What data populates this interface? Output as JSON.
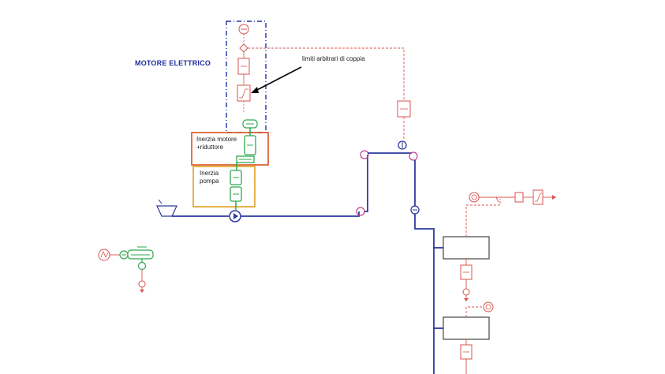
{
  "diagram": {
    "motor_group_label": "MOTORE ELETTRICO",
    "torque_limit_note": "limiti arbitrari di coppia",
    "motor_reducer_inertia_label": "Inerzia motore +riduttore",
    "pump_inertia_label": "Inerzia pompa",
    "colors": {
      "hydraulic_line": "#2b3a9e",
      "signal_line": "#d9534f",
      "mechanical": "#2fa84f",
      "motor_group_border": "#1f2f9e",
      "motor_reducer_border": "#d9531e",
      "pump_border": "#e0a020",
      "text": "#222222"
    }
  }
}
